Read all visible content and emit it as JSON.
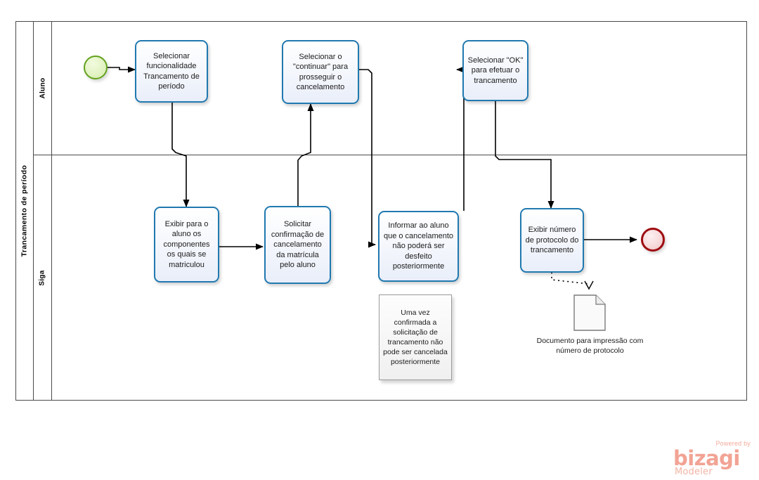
{
  "pool": {
    "name": "Trancamento de período"
  },
  "lanes": [
    {
      "id": "aluno",
      "name": "Aluno"
    },
    {
      "id": "siga",
      "name": "Siga"
    }
  ],
  "events": [
    {
      "id": "start",
      "type": "start-event",
      "name": "start-event",
      "lane": "aluno",
      "color": "#62a21c"
    },
    {
      "id": "end",
      "type": "end-event",
      "name": "end-event",
      "lane": "siga",
      "color": "#9e0b10"
    }
  ],
  "tasks": [
    {
      "id": "t1",
      "lane": "aluno",
      "label": "Selecionar funcionalidade Trancamento de período"
    },
    {
      "id": "t2",
      "lane": "aluno",
      "label": "Selecionar o \"continuar\" para prosseguir o cancelamento"
    },
    {
      "id": "t3",
      "lane": "aluno",
      "label": "Selecionar \"OK\" para efetuar o trancamento"
    },
    {
      "id": "t4",
      "lane": "siga",
      "label": "Exibir para o aluno os componentes os quais se matriculou"
    },
    {
      "id": "t5",
      "lane": "siga",
      "label": "Solicitar confirmação de cancelamento da matrícula pelo aluno"
    },
    {
      "id": "t6",
      "lane": "siga",
      "label": "Informar ao aluno que o cancelamento não poderá ser desfeito posteriormente"
    },
    {
      "id": "t7",
      "lane": "siga",
      "label": "Exibir número de protocolo do trancamento"
    }
  ],
  "annotations": [
    {
      "id": "note1",
      "label": "Uma vez confirmada a solicitação de trancamento não pode  ser cancelada posteriormente"
    }
  ],
  "data_objects": [
    {
      "id": "doc1",
      "label": "Documento para impressão com número de protocolo"
    }
  ],
  "colors": {
    "task_border": "#2079b0",
    "start_event": "#62a21c",
    "end_event": "#9e0b10",
    "lane_border": "#4a4a4a",
    "connector": "#000000",
    "logo": "#f2a394"
  },
  "branding": {
    "powered_by": "Powered by",
    "product": "bizagi",
    "edition": "Modeler"
  }
}
